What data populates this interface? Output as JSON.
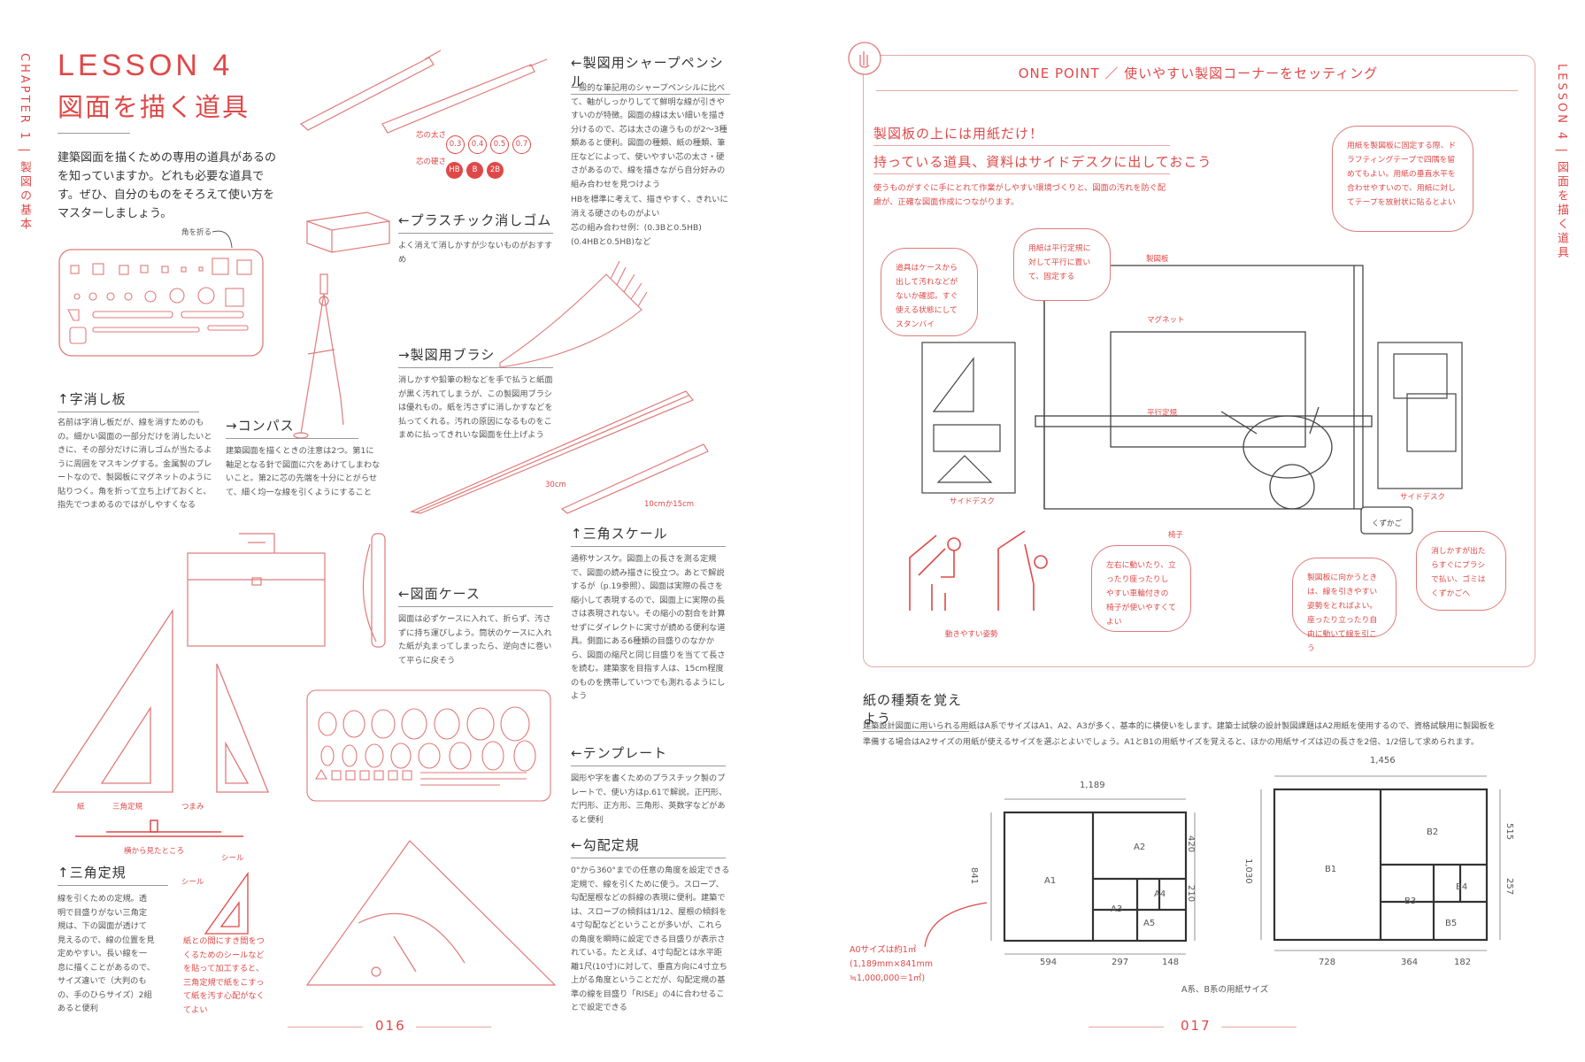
{
  "colors": {
    "accent": "#e04848",
    "text": "#333333",
    "border": "#e7a7a7"
  },
  "left": {
    "side_tab": "CHAPTER 1 | 製図の基本",
    "lesson": "LESSON 4",
    "title": "図面を描く道具",
    "intro": "建築図面を描くための専用の道具があるのを知っていますか。どれも必要な道具です。ぜひ、自分のものをそろえて使い方をマスターしましょう。",
    "labels": {
      "kado": "角を折る",
      "shinfuto": "芯の太さ",
      "shinkosa": "芯の硬さ",
      "cm30": "30cm",
      "cm10": "10cmか15cm",
      "kami": "紙",
      "sankaku": "三角定規",
      "tsumami": "つまみ",
      "yoko": "横から見たところ",
      "seal": "シール",
      "seal2": "シール"
    },
    "pencil_sizes": [
      "0.3",
      "0.4",
      "0.5",
      "0.7"
    ],
    "pencil_hardness": [
      "HB",
      "B",
      "2B"
    ],
    "seal_note": "紙との間にすき間をつくるためのシールなどを貼って加工すると、三角定規で紙をこすって紙を汚す心配がなくてよい",
    "sections": {
      "jikeshi": {
        "h": "↑字消し板",
        "b": "名前は字消し板だが、線を消すためのもの。細かい図面の一部分だけを消したいときに、その部分だけに消しゴムが当たるように周囲をマスキングする。金属製のプレートなので、製図板にマグネットのように貼りつく。角を折って立ち上げておくと、指先でつまめるのではがしやすくなる"
      },
      "compass": {
        "h": "→コンパス",
        "b": "建築図面を描くときの注意は2つ。第1に軸足となる針で図面に穴をあけてしまわないこと。第2に芯の先端を十分にとがらせて、細く均一な線を引くようにすること"
      },
      "pencil": {
        "h": "←製図用シャープペンシル",
        "b": "一般的な筆記用のシャープペンシルに比べて、軸がしっかりしてて鮮明な線が引きやすいのが特徴。図面の線は太い細いを描き分けるので、芯は太さの違うものが2〜3種類あると便利。図面の種類、紙の種類、筆圧などによって、使いやすい芯の太さ・硬さがあるので、線を描きながら自分好みの組み合わせを見つけよう",
        "b2": "HBを標準に考えて、描きやすく、きれいに消える硬さのものがよい",
        "b3": "芯の組み合わせ例：(0.3Bと0.5HB) (0.4HBと0.5HB)など"
      },
      "eraser": {
        "h": "←プラスチック消しゴム",
        "b": "よく消えて消しかすが少ないものがおすすめ"
      },
      "brush": {
        "h": "→製図用ブラシ",
        "b": "消しかすや鉛筆の粉などを手で払うと紙面が黒く汚れてしまうが、この製図用ブラシは優れもの。紙を汚さずに消しかすなどを払ってくれる。汚れの原因になるものをこまめに払ってきれいな図面を仕上げよう"
      },
      "scale": {
        "h": "↑三角スケール",
        "b": "通称サンスケ。図面上の長さを測る定規で、図面の読み描きに役立つ。あとで解説するが（p.19参照）、図面は実際の長さを縮小して表現するので、図面上に実際の長さは表現されない。その縮小の割合を計算せずにダイレクトに実寸が読める便利な道具。側面にある6種類の目盛りのなかから、図面の縮尺と同じ目盛りを当てて長さを読む。建築家を目指す人は、15cm程度のものを携帯していつでも測れるようにしよう"
      },
      "case": {
        "h": "←図面ケース",
        "b": "図面は必ずケースに入れて、折らず、汚さずに持ち運びしよう。筒状のケースに入れた紙が丸まってしまったら、逆向きに巻いて平らに戻そう"
      },
      "template": {
        "h": "←テンプレート",
        "b": "図形や字を書くためのプラスチック製のプレートで、使い方はp.61で解説。正円形、だ円形、正方形、三角形、英数字などがあると便利"
      },
      "kobai": {
        "h": "←勾配定規",
        "b": "0°から360°までの任意の角度を設定できる定規で、線を引くために使う。スロープ、勾配屋根などの斜線の表現に便利。建築では、スロープの傾斜は1/12、屋根の傾斜を4寸勾配などということが多いが、これらの角度を瞬時に設定できる目盛りが表示されている。たとえば、4寸勾配とは水平距離1尺(10寸)に対して、垂直方向に4寸立ち上がる角度ということだが、勾配定規の基準の線を目盛り「RISE」の4に合わせることで設定できる"
      },
      "triangle": {
        "h": "↑三角定規",
        "b": "線を引くための定規。透明で目盛りがない三角定規は、下の図面が透けて見えるので、線の位置を見定めやすい。長い線を一息に描くことがあるので、サイズ違いで（大判のもの、手のひらサイズ）2組あると便利"
      }
    },
    "page_no": "016"
  },
  "right": {
    "side_tab": "LESSON 4 | 図面を描く道具",
    "one_point": "ONE POINT ／ 使いやすい製図コーナーをセッティング",
    "head1": "製図板の上には用紙だけ！",
    "head2": "持っている道具、資料はサイドデスクに出しておこう",
    "body": "使うものがすぐに手にとれて作業がしやすい環境づくりと、図面の汚れを防ぐ配慮が、正確な図面作成につながります。",
    "bubbles": {
      "b1": "道具はケースから出して汚れなどがないか確認。すぐ使える状態にしてスタンバイ",
      "b2": "用紙は平行定規に対して平行に置いて、固定する",
      "b3": "用紙を製図板に固定する際、ドラフティングテープで四隅を留めてもよい。用紙の垂直水平を合わせやすいので、用紙に対してテープを放射状に貼るとよい",
      "b4": "左右に動いたり、立ったり座ったりしやすい車輪付きの椅子が使いやすくてよい",
      "b5": "製図板に向かうときは、線を引きやすい姿勢をとればよい。座ったり立ったり自由に動いて線を引こう",
      "b6": "消しかすが出たらすぐにブラシで払い、ゴミはくずかごへ"
    },
    "labels": {
      "seizuban": "製図板",
      "magnet": "マグネット",
      "heiko": "平行定規",
      "side1": "サイドデスク",
      "side2": "サイドデスク",
      "isu": "椅子",
      "kuzukago": "くずかご",
      "posture": "動きやすい姿勢"
    },
    "paper": {
      "h": "紙の種類を覚えよう",
      "b": "建築設計図面に用いられる用紙はA系でサイズはA1、A2、A3が多く、基本的に横使いをします。建築士試験の設計製図課題はA2用紙を使用するので、資格試験用に製図板を準備する場合はA2サイズの用紙が使えるサイズを選ぶとよいでしょう。A1とB1の用紙サイズを覚えると、ほかの用紙サイズは辺の長さを2倍、1/2倍して求められます。",
      "a_dims": {
        "w": "1,189",
        "h": "841",
        "h1": "420",
        "h2": "210",
        "w1": "594",
        "w2": "297",
        "w3": "148"
      },
      "b_dims": {
        "w": "1,456",
        "h": "1,030",
        "h1": "515",
        "h2": "257",
        "w1": "728",
        "w2": "364",
        "w3": "182"
      },
      "a_labels": [
        "A1",
        "A2",
        "A3",
        "A4",
        "A5"
      ],
      "b_labels": [
        "B1",
        "B2",
        "B3",
        "B4",
        "B5"
      ],
      "a0_note1": "A0サイズは約1㎡",
      "a0_note2": "(1,189mm×841mm",
      "a0_note3": "≒1,000,000＝1㎡)",
      "caption": "A系、B系の用紙サイズ"
    },
    "page_no": "017"
  }
}
